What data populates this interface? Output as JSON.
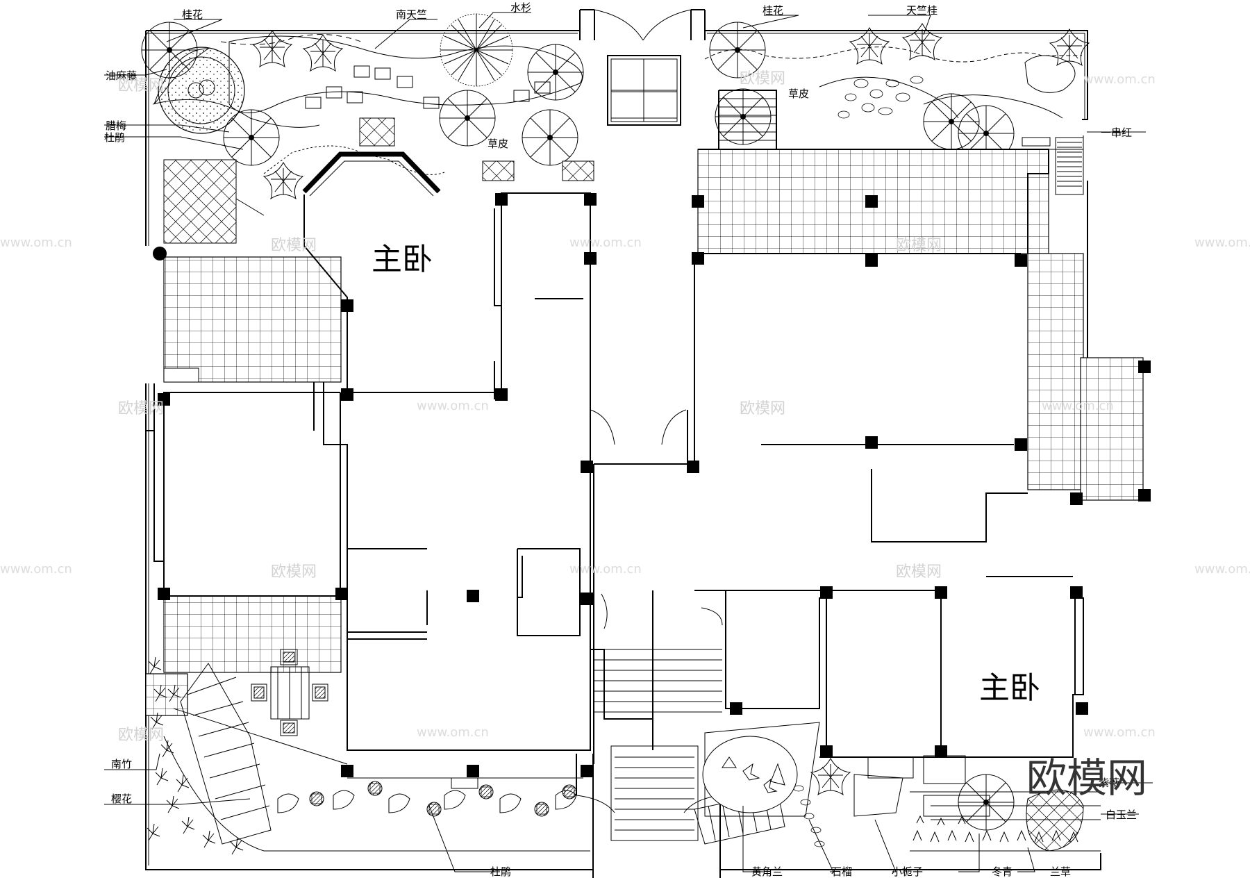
{
  "rooms": {
    "master_bedroom_north": "主卧",
    "master_bedroom_south": "主卧"
  },
  "plants": {
    "guihua_nw": "桂花",
    "nantianzhu": "南天竺",
    "shuishan": "水杉",
    "guihua_n": "桂花",
    "tianzhugui": "天竺桂",
    "youmateng": "油麻藤",
    "lamei": "腊梅",
    "dujuan_nw": "杜鹃",
    "caopi_1": "草皮",
    "caopi_2": "草皮",
    "yichuanhong": "一串红",
    "nanzhu": "南竹",
    "yinghua": "樱花",
    "dujuan_s": "杜鹃",
    "huangjiaolan": "黄角兰",
    "shiliu": "石榴",
    "xiaozhizi": "小栀子",
    "dongqing": "冬青",
    "lancao": "兰草",
    "baiyulan": "白玉兰",
    "partial_label": "紫薇"
  },
  "watermark": {
    "brand": "欧模网",
    "url": "www.om.cn",
    "logo": "欧模网"
  }
}
